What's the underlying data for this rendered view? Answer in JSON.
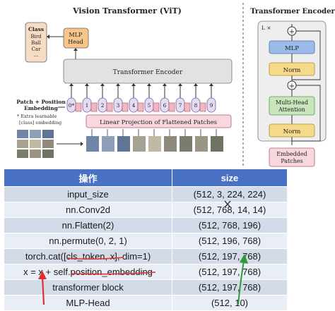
{
  "vit": {
    "title": "Vision Transformer (ViT)",
    "class_box": {
      "title": "Class",
      "items": [
        "Bird",
        "Ball",
        "Car",
        "..."
      ]
    },
    "mlp_head": [
      "MLP",
      "Head"
    ],
    "encoder_label": "Transformer Encoder",
    "patch_label": [
      "Patch + Position",
      "Embedding"
    ],
    "note": [
      "* Extra learnable",
      "[class] embedding"
    ],
    "tokens": [
      "0*",
      "1",
      "2",
      "3",
      "4",
      "5",
      "6",
      "7",
      "8",
      "9"
    ],
    "projection_label": "Linear Projection of Flattened Patches"
  },
  "encoder_block": {
    "title": "Transformer Encoder",
    "repeat": "L ×",
    "mlp": "MLP",
    "norm_top": "Norm",
    "attention": [
      "Multi-Head",
      "Attention"
    ],
    "norm_bottom": "Norm",
    "embedded": [
      "Embedded",
      "Patches"
    ],
    "plus": "+"
  },
  "table": {
    "headers": [
      "操作",
      "size"
    ],
    "rows": [
      [
        "input_size",
        "(512, 3, 224, 224)"
      ],
      [
        "nn.Conv2d",
        "(512, 768, 14, 14)"
      ],
      [
        "nn.Flatten(2)",
        "(512, 768, 196)"
      ],
      [
        "nn.permute(0, 2, 1)",
        "(512, 196, 768)"
      ],
      [
        "torch.cat([cls_token, x], dim=1)",
        "(512, 197, 768)"
      ],
      [
        "x = x + self.position_embedding",
        "(512, 197, 768)"
      ],
      [
        "transformer block",
        "(512, 197, 768)"
      ],
      [
        "MLP-Head",
        "(512, 10)"
      ]
    ]
  },
  "colors": {
    "class_box": "#f7dcc4",
    "mlp_head": "#f7c48a",
    "encoder": "#e2e2e2",
    "projection": "#f8d7dd",
    "token_purple": "#e5dcf2",
    "enc_mlp": "#9bbbe9",
    "norm": "#f7d98a",
    "attention": "#c8e5bb",
    "table_header": "#4a72c4",
    "annotation_red": "#e03030",
    "annotation_green": "#2e9a3a"
  }
}
